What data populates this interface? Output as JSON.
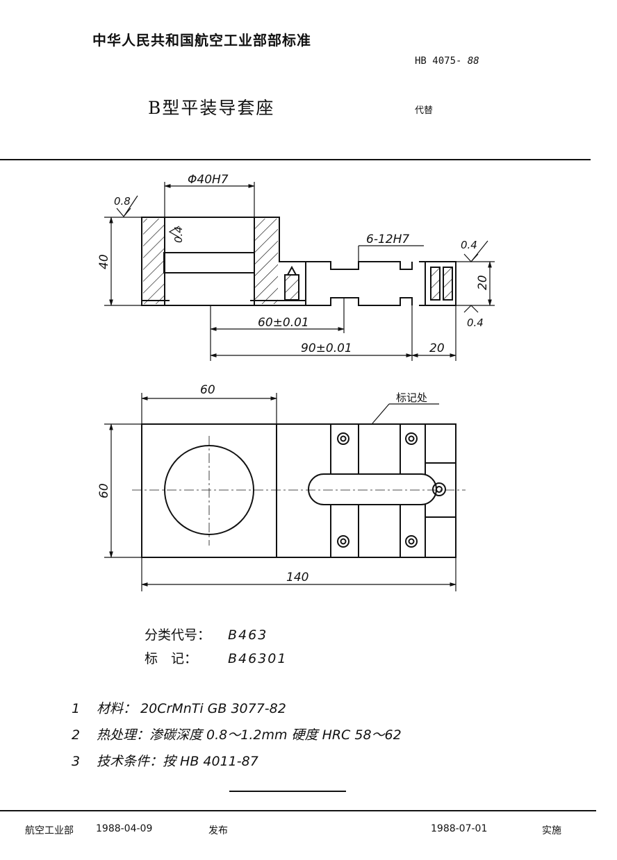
{
  "header": {
    "organization": "中华人民共和国航空工业部部标准",
    "standard_code": "HB 4075-",
    "standard_year": "88",
    "title": "B型平装导套座",
    "replaces": "代替"
  },
  "drawing": {
    "front_view": {
      "bore_dia": "Φ40H7",
      "roughness_left": "0.8",
      "roughness_bore": "0.4",
      "roughness_right_top": "0.4",
      "roughness_right_bottom": "0.4",
      "slot_width": "6-12H7",
      "height_40": "40",
      "height_20": "20",
      "dim_60": "60±0.01",
      "dim_90": "90±0.01",
      "dim_20": "20"
    },
    "plan_view": {
      "width_60": "60",
      "height_60": "60",
      "length_140": "140",
      "mark_location": "标记处"
    }
  },
  "codes": [
    {
      "label": "分类代号：",
      "value": "B463"
    },
    {
      "label": "标　记：",
      "value": "B46301"
    }
  ],
  "notes": [
    {
      "num": "1",
      "text": "材料： 20CrMnTi  GB 3077-82"
    },
    {
      "num": "2",
      "text": "热处理：渗碳深度 0.8～1.2mm  硬度 HRC 58～62"
    },
    {
      "num": "3",
      "text": "技术条件：按 HB 4011-87"
    }
  ],
  "footer": {
    "issuer": "航空工业部",
    "issue_date": "1988-04-09",
    "issued": "发布",
    "effective_date": "1988-07-01",
    "effective": "实施"
  }
}
